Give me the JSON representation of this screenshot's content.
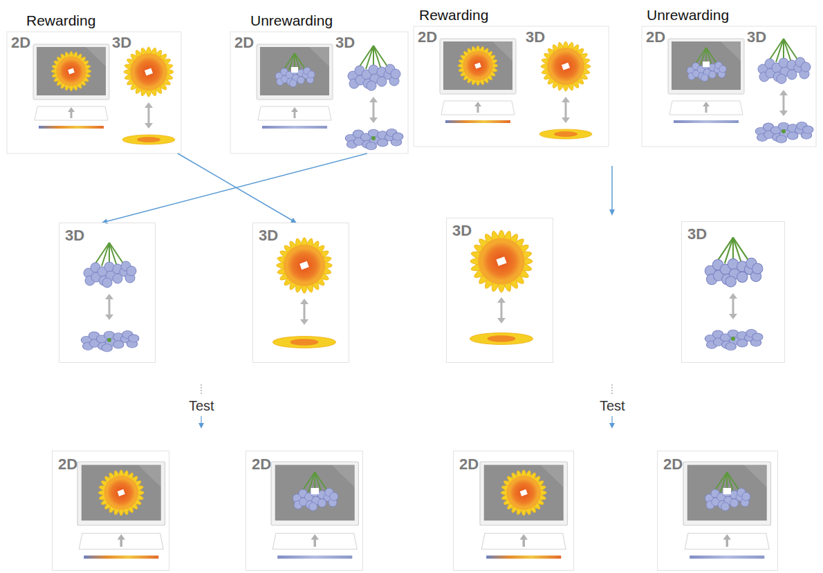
{
  "diagram": {
    "nodes": [
      {
        "text": [
          "Rewarding",
          "2D",
          "3D"
        ]
      },
      {
        "text": [
          "Unrewarding",
          "2D",
          "3D"
        ]
      },
      {
        "text": [
          "Rewarding",
          "2D",
          "3D"
        ]
      },
      {
        "text": [
          "Unrewarding",
          "2D",
          "3D"
        ]
      },
      {
        "text": [
          "3D"
        ]
      },
      {
        "text": [
          "3D"
        ]
      },
      {
        "text": [
          "3D"
        ]
      },
      {
        "text": [
          "3D"
        ]
      },
      {
        "text": [
          "2D"
        ]
      },
      {
        "text": [
          "2D"
        ]
      },
      {
        "text": [
          "2D"
        ]
      },
      {
        "text": [
          "2D"
        ]
      }
    ],
    "edges": [
      {
        "from": 0,
        "to": 5,
        "arrow": "to"
      },
      {
        "from": 1,
        "to": 4,
        "arrow": "to"
      }
    ],
    "labels": [
      "Test",
      "Test"
    ]
  }
}
